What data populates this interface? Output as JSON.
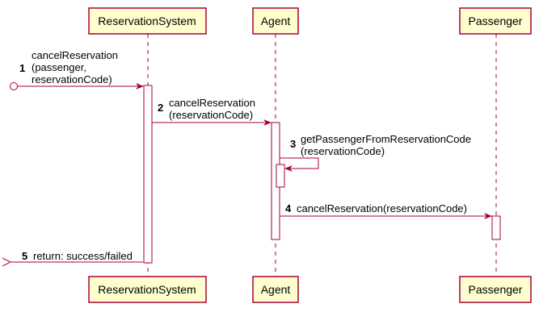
{
  "participants": [
    {
      "id": "reservation-system",
      "name": "ReservationSystem"
    },
    {
      "id": "agent",
      "name": "Agent"
    },
    {
      "id": "passenger",
      "name": "Passenger"
    }
  ],
  "messages": [
    {
      "number": "1",
      "lines": [
        "cancelReservation",
        "(passenger,",
        "reservationCode)"
      ]
    },
    {
      "number": "2",
      "lines": [
        "cancelReservation",
        "(reservationCode)"
      ]
    },
    {
      "number": "3",
      "lines": [
        "getPassengerFromReservationCode",
        "(reservationCode)"
      ]
    },
    {
      "number": "4",
      "lines": [
        "cancelReservation(reservationCode)"
      ]
    },
    {
      "number": "5",
      "lines": [
        "return: success/failed"
      ]
    }
  ],
  "colors": {
    "participant_fill": "#FEFECE",
    "participant_border": "#A80036",
    "lifeline": "#A80036",
    "arrow": "#A80036",
    "activation_fill": "#FFFFFF"
  }
}
